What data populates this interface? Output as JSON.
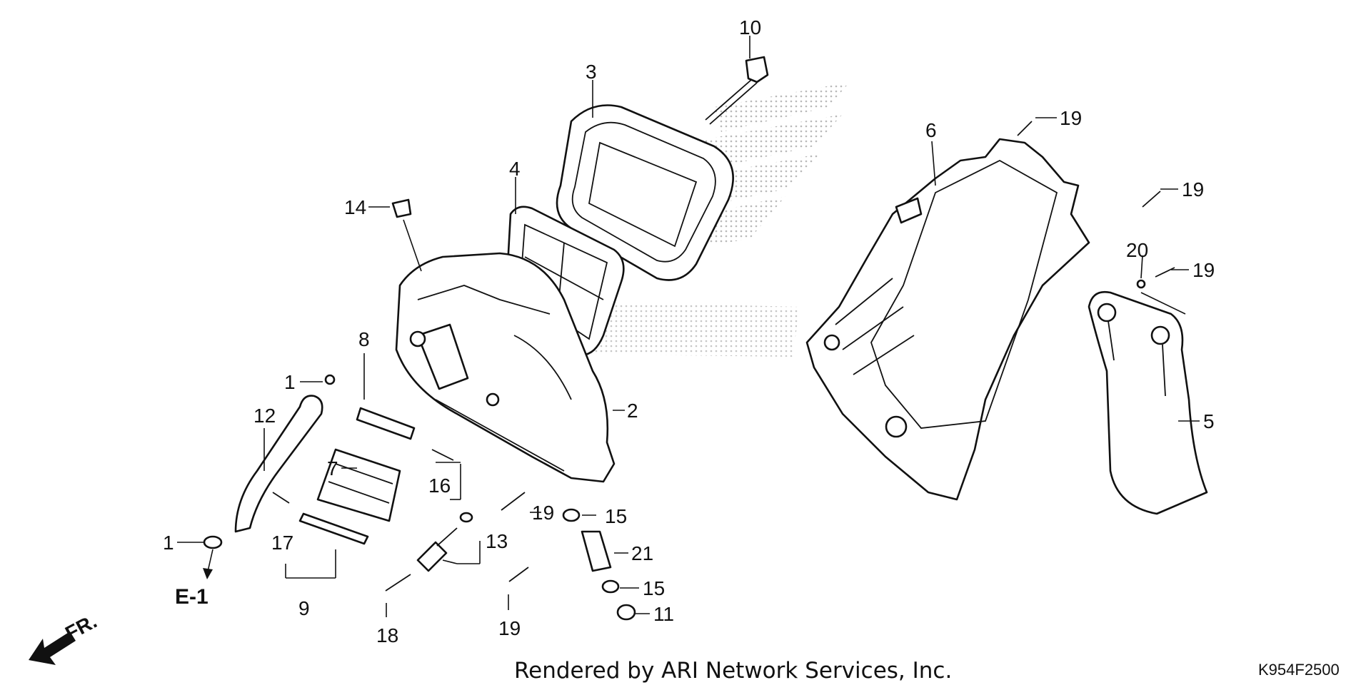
{
  "part_labels": {
    "p1a": "1",
    "p1b": "1",
    "p2": "2",
    "p3": "3",
    "p4": "4",
    "p5": "5",
    "p6": "6",
    "p7": "7",
    "p8": "8",
    "p9": "9",
    "p10": "10",
    "p11": "11",
    "p12": "12",
    "p13": "13",
    "p14": "14",
    "p15a": "15",
    "p15b": "15",
    "p16": "16",
    "p17": "17",
    "p18": "18",
    "p19a": "19",
    "p19b": "19",
    "p19c": "19",
    "p19d": "19",
    "p19e": "19",
    "p20": "20",
    "p21": "21"
  },
  "reference_label": "E-1",
  "direction_label": "FR.",
  "footer_text": "Rendered by ARI Network Services, Inc.",
  "diagram_code": "K954F2500",
  "colors": {
    "line": "#111111",
    "background": "#ffffff",
    "watermark": "#bdbdbd"
  }
}
